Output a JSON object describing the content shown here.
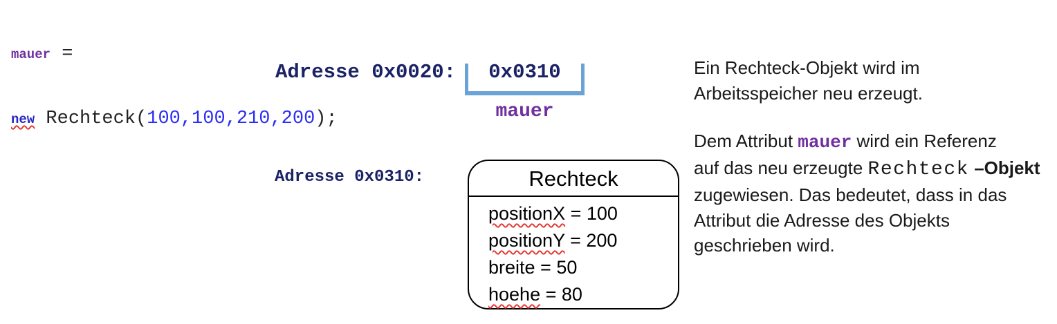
{
  "colors": {
    "navy": "#1b2366",
    "purple": "#7030a0",
    "keyword_blue": "#2727c4",
    "number_blue": "#2b2df2",
    "bracket_blue": "#6ba3d6",
    "squiggle_red": "#e53935"
  },
  "code_block": {
    "lines": [
      {
        "segments": [
          {
            "text": "mauer",
            "style": "var"
          },
          {
            "text": " =",
            "style": "plain"
          }
        ]
      },
      {
        "segments": [
          {
            "text": "new",
            "style": "kw"
          },
          {
            "text": " Rechteck(",
            "style": "plain"
          },
          {
            "text": "100,100,210,200",
            "style": "num"
          },
          {
            "text": ");",
            "style": "plain"
          }
        ]
      }
    ]
  },
  "memory_cell": {
    "address_label": "Adresse 0x0020:",
    "value": "0x0310",
    "variable_name": "mauer"
  },
  "object_entry": {
    "address_label": "Adresse 0x0310:"
  },
  "object_box": {
    "class_name": "Rechteck",
    "attributes": [
      {
        "name": "positionX",
        "value": "100",
        "misspelled": true
      },
      {
        "name": "positionY",
        "value": "200",
        "misspelled": true
      },
      {
        "name": "breite",
        "value": "50",
        "misspelled": false
      },
      {
        "name": "hoehe",
        "value": "80",
        "misspelled": true
      }
    ]
  },
  "annotation": {
    "paragraph1": {
      "segments": [
        {
          "text": "Ein Rechteck-Objekt wird im",
          "style": "plain",
          "br": true
        },
        {
          "text": "Arbeitsspeicher neu erzeugt.",
          "style": "plain"
        }
      ]
    },
    "paragraph2": {
      "segments": [
        {
          "text": "Dem Attribut ",
          "style": "plain"
        },
        {
          "text": "mauer",
          "style": "code-purple"
        },
        {
          "text": " wird ein Referenz",
          "style": "plain",
          "br": true
        },
        {
          "text": "auf das neu erzeugte ",
          "style": "plain"
        },
        {
          "text": "Rechteck",
          "style": "code-plain"
        },
        {
          "text": " ",
          "style": "plain"
        },
        {
          "text": "–Objekt",
          "style": "bold",
          "br": true
        },
        {
          "text": "zugewiesen. Das bedeutet, dass in das",
          "style": "plain",
          "br": true
        },
        {
          "text": "Attribut die Adresse des Objekts",
          "style": "plain",
          "br": true
        },
        {
          "text": "geschrieben wird.",
          "style": "plain"
        }
      ]
    }
  }
}
